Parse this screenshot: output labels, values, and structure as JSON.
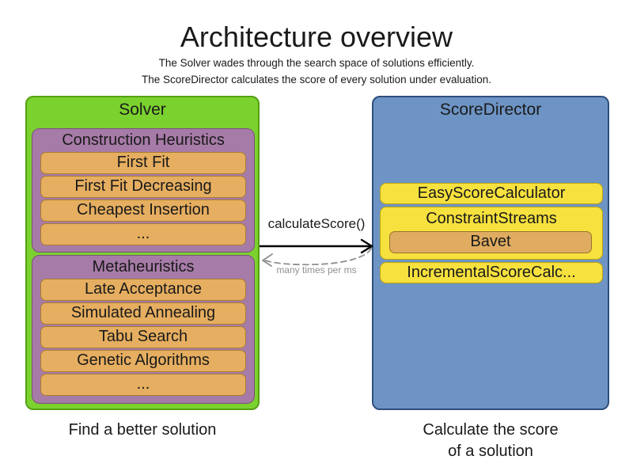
{
  "title": "Architecture overview",
  "subtitle": {
    "line1": "The Solver wades through the search space of solutions efficiently.",
    "line2": "The ScoreDirector calculates the score of every solution under evaluation."
  },
  "solver": {
    "label": "Solver",
    "caption": "Find a better solution",
    "sections": [
      {
        "label": "Construction Heuristics",
        "items": [
          "First Fit",
          "First Fit Decreasing",
          "Cheapest Insertion",
          "..."
        ]
      },
      {
        "label": "Metaheuristics",
        "items": [
          "Late Acceptance",
          "Simulated Annealing",
          "Tabu Search",
          "Genetic Algorithms",
          "..."
        ]
      }
    ]
  },
  "score_director": {
    "label": "ScoreDirector",
    "caption_line1": "Calculate the score",
    "caption_line2": "of a solution",
    "calculators": [
      "EasyScoreCalculator",
      "ConstraintStreams",
      "IncrementalScoreCalc..."
    ],
    "constraint_streams_impl": "Bavet"
  },
  "connection": {
    "call_label": "calculateScore()",
    "frequency_label": "many times per ms"
  },
  "colors": {
    "solver_fill": "#7bd22f",
    "solver_border": "#55a013",
    "section_fill": "#a77ba8",
    "section_border": "#7a517b",
    "item_fill": "#e6ae60",
    "item_border": "#aa7d2e",
    "director_fill": "#6d94c4",
    "director_border": "#2f4f7d",
    "calculator_fill": "#f6e13e",
    "calculator_border": "#c0a310",
    "arrow": "#000000",
    "return_arrow": "#909090",
    "text": "#1a1a1a"
  }
}
